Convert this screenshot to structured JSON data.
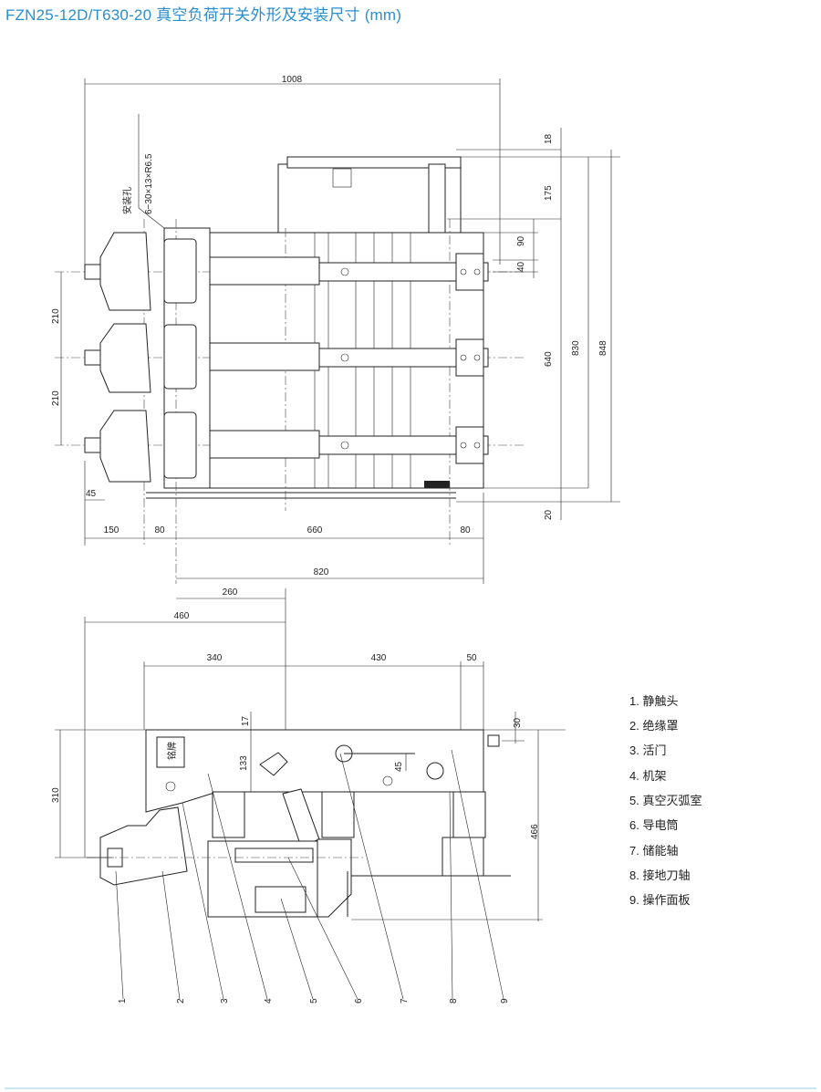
{
  "title": "FZN25-12D/T630-20  真空负荷开关外形及安装尺寸 (mm)",
  "top_view": {
    "dims": {
      "d1008": "1008",
      "d18": "18",
      "d175": "175",
      "d90": "90",
      "d40": "40",
      "d640": "640",
      "d830": "830",
      "d848": "848",
      "d20": "20",
      "d210a": "210",
      "d210b": "210",
      "d45": "45",
      "d150": "150",
      "d80a": "80",
      "d660": "660",
      "d80b": "80",
      "d820": "820"
    },
    "mount_hole_label": "安装孔",
    "mount_hole_spec": "6−30×13×R6.5"
  },
  "side_view": {
    "dims": {
      "d260": "260",
      "d460": "460",
      "d340": "340",
      "d430": "430",
      "d50": "50",
      "d17": "17",
      "d30": "30",
      "d133": "133",
      "d45": "45",
      "d310": "310",
      "d466": "466"
    },
    "nameplate": "铭牌",
    "callouts": [
      "1",
      "2",
      "3",
      "4",
      "5",
      "6",
      "7",
      "8",
      "9"
    ]
  },
  "legend": [
    "1. 静触头",
    "2. 绝缘罩",
    "3. 活门",
    "4. 机架",
    "5. 真空灭弧室",
    "6. 导电筒",
    "7. 储能轴",
    "8. 接地刀轴",
    "9. 操作面板"
  ],
  "colors": {
    "title": "#2a8fd0",
    "footer_line": "#c9e6f2"
  }
}
